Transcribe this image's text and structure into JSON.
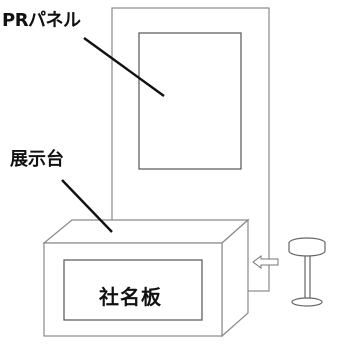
{
  "labels": {
    "pr_panel": "PRパネル",
    "display_stand": "展示台",
    "company_name_plate": "社名板"
  },
  "colors": {
    "line": "#8a8a8a",
    "leader": "#111111",
    "text": "#111111",
    "background": "#ffffff"
  },
  "icons": {
    "arrow": "left-arrow-outline-icon",
    "stool": "bar-stool-icon"
  }
}
